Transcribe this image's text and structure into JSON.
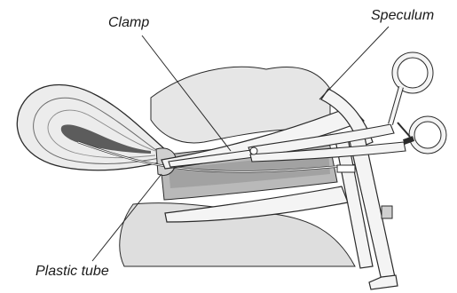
{
  "labels": {
    "clamp": "Clamp",
    "speculum": "Speculum",
    "plastic_tube": "Plastic tube"
  },
  "colors": {
    "ink": "#2a2a2a",
    "tissue_light": "#ececec",
    "tissue_mid": "#d6d6d6",
    "tissue_dark": "#a8a8a8",
    "metal": "#f4f4f4"
  }
}
